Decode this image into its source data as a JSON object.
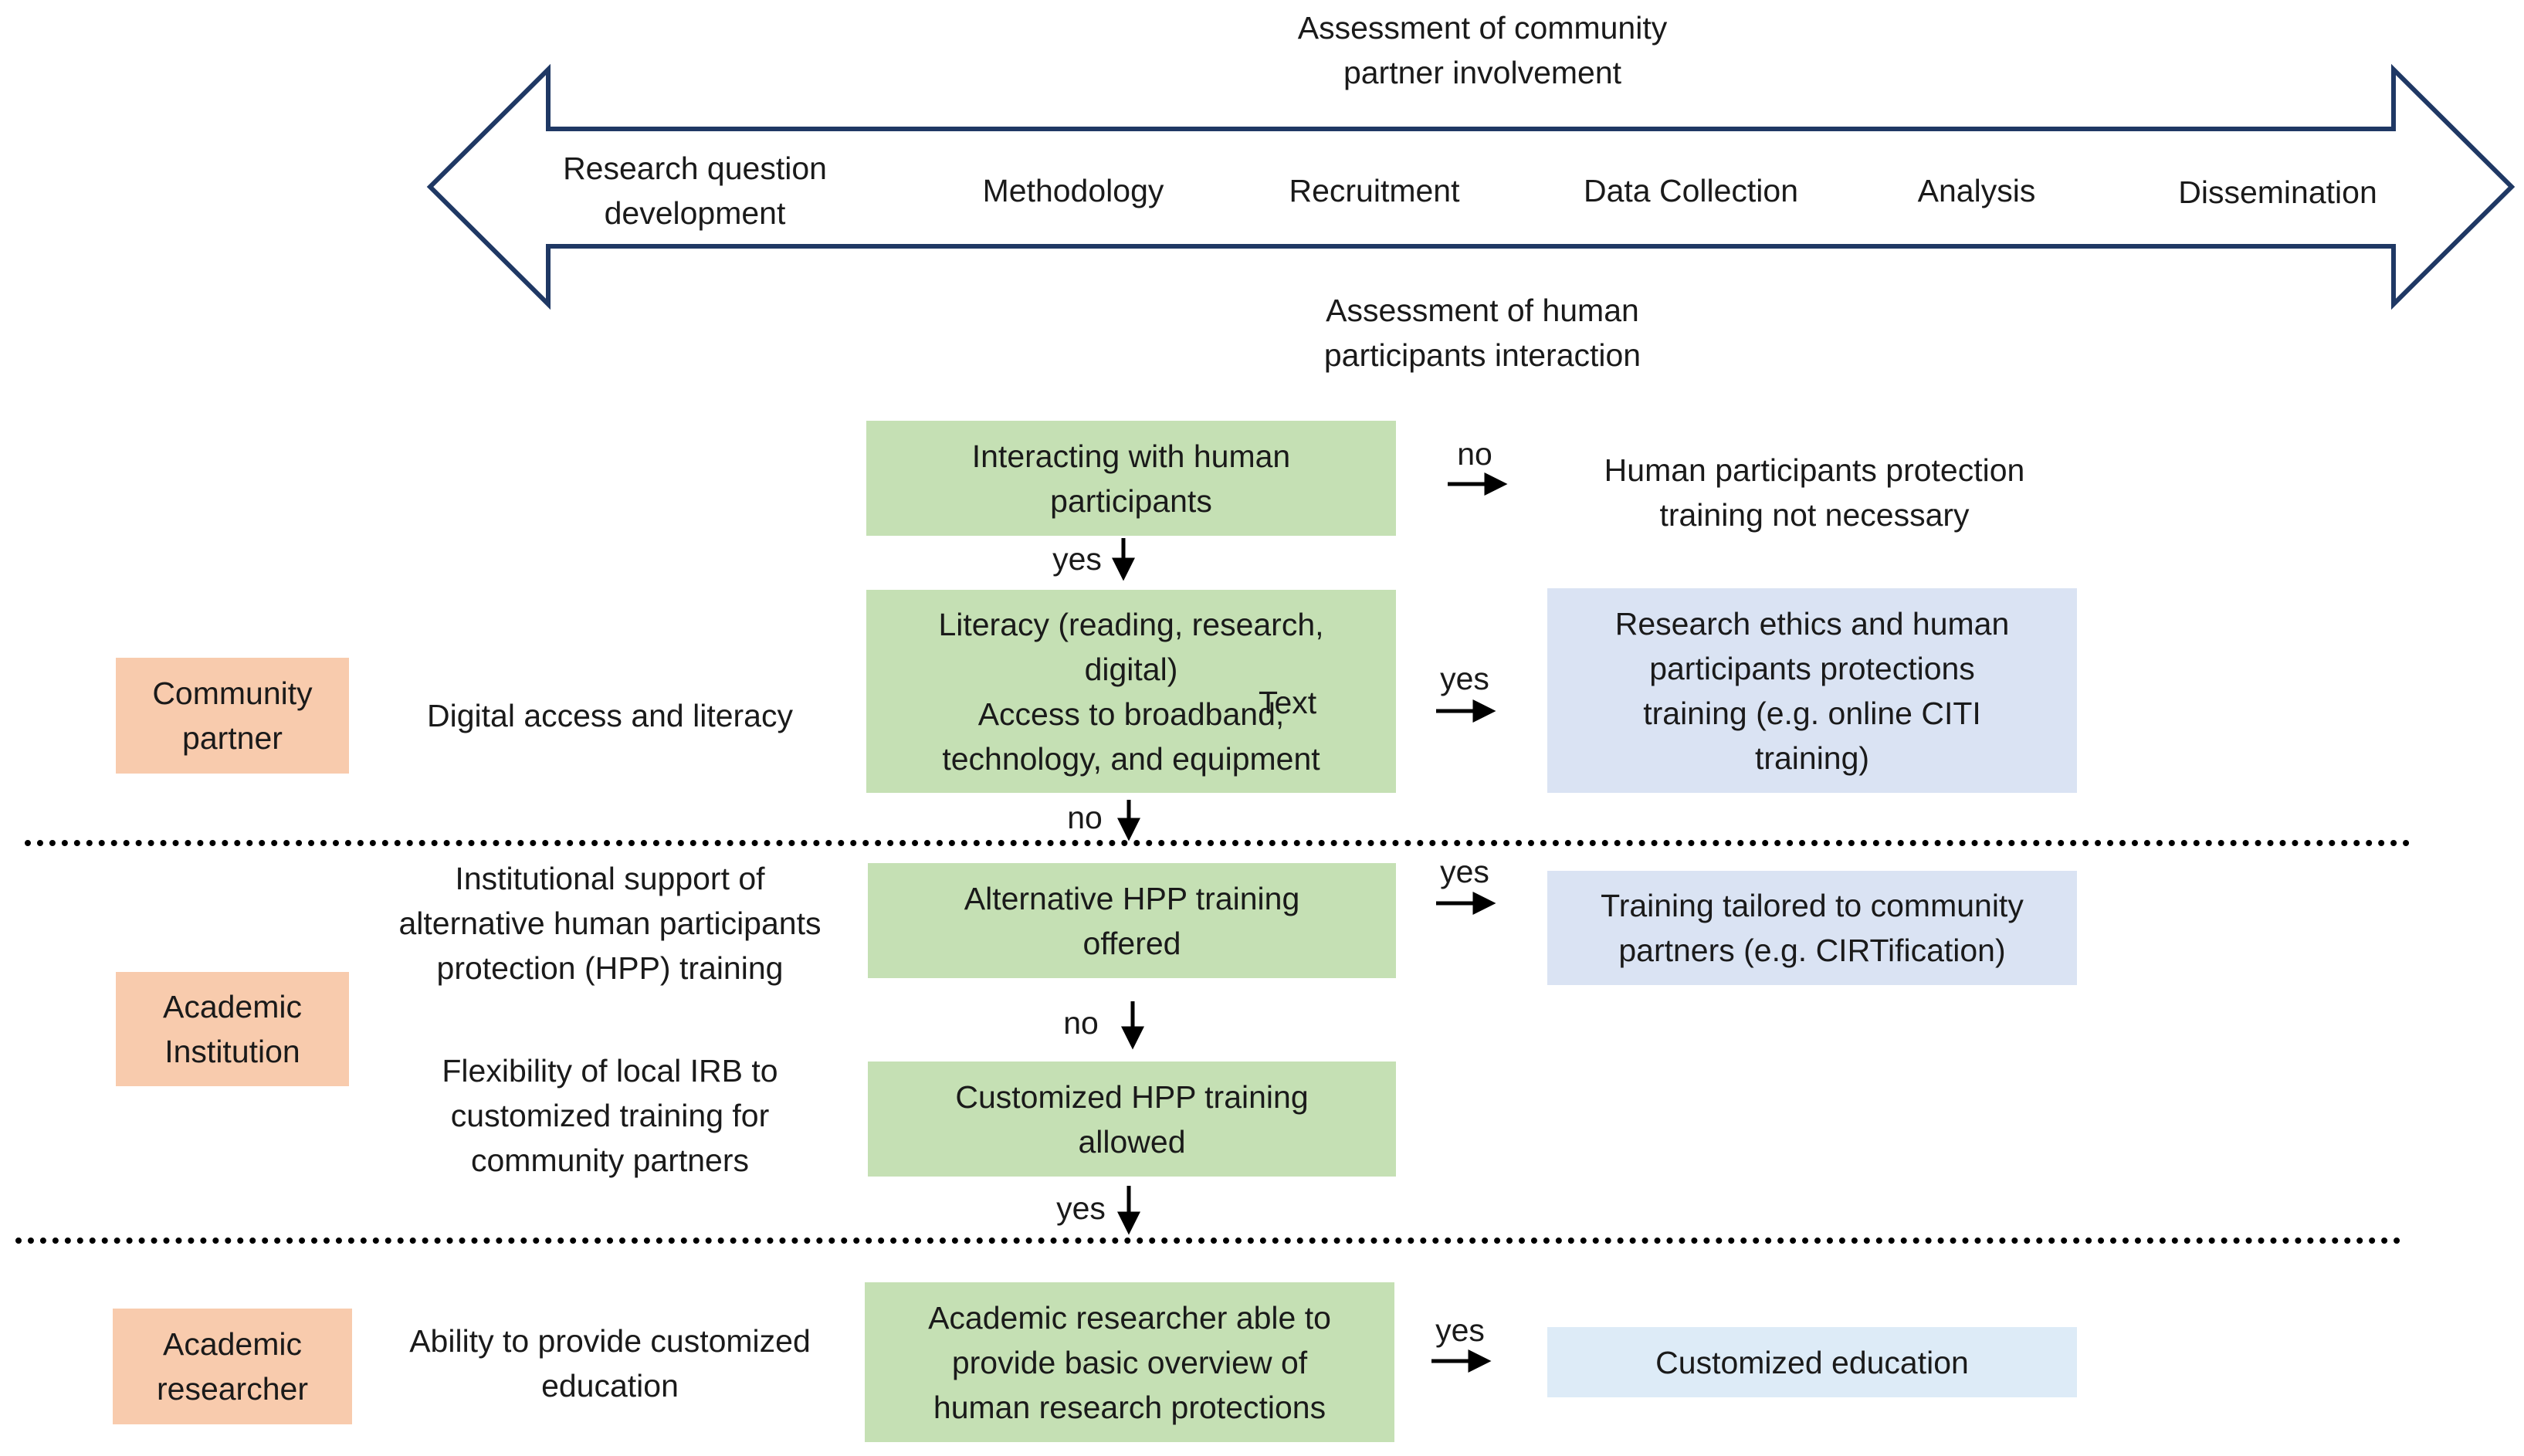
{
  "header": {
    "top_label": "Assessment of community\npartner involvement",
    "bottom_label": "Assessment of human\nparticipants interaction",
    "stages": [
      "Research question\ndevelopment",
      "Methodology",
      "Recruitment",
      "Data Collection",
      "Analysis",
      "Dissemination"
    ]
  },
  "roles": {
    "community_partner": "Community\npartner",
    "academic_institution": "Academic\nInstitution",
    "academic_researcher": "Academic\nresearcher"
  },
  "factors": {
    "digital": "Digital access and literacy",
    "institutional_support": "Institutional support of\nalternative human participants\nprotection (HPP)  training",
    "flexibility": "Flexibility of local IRB to\ncustomized training for\ncommunity partners",
    "ability": "Ability to provide customized\neducation"
  },
  "decisions": {
    "interacting": "Interacting with human\nparticipants",
    "literacy": "Literacy (reading, research,\ndigital)\nAccess to broadband,\ntechnology, and equipment",
    "alternative": "Alternative HPP training\noffered",
    "customized": "Customized HPP training\nallowed",
    "researcher": "Academic researcher able to\nprovide basic overview of\nhuman research protections"
  },
  "outcomes": {
    "not_necessary": "Human participants protection\ntraining not necessary",
    "citi": "Research ethics and human\nparticipants protections\ntraining (e.g. online CITI\ntraining)",
    "tailored": "Training tailored to community\npartners (e.g. CIRTification)",
    "education": "Customized education"
  },
  "stray_text": "Text",
  "arrow_labels": {
    "no_1": "no",
    "yes_1": "yes",
    "yes_2": "yes",
    "no_2": "no",
    "yes_3": "yes",
    "no_3": "no",
    "yes_4": "yes",
    "yes_5": "yes"
  },
  "colors": {
    "decision_green": "#c5e0b4",
    "outcome_blue": "#dae3f3",
    "outcome_lightblue": "#ddebf7",
    "role_orange": "#f8cbad",
    "arrow_outline": "#1f3864"
  }
}
